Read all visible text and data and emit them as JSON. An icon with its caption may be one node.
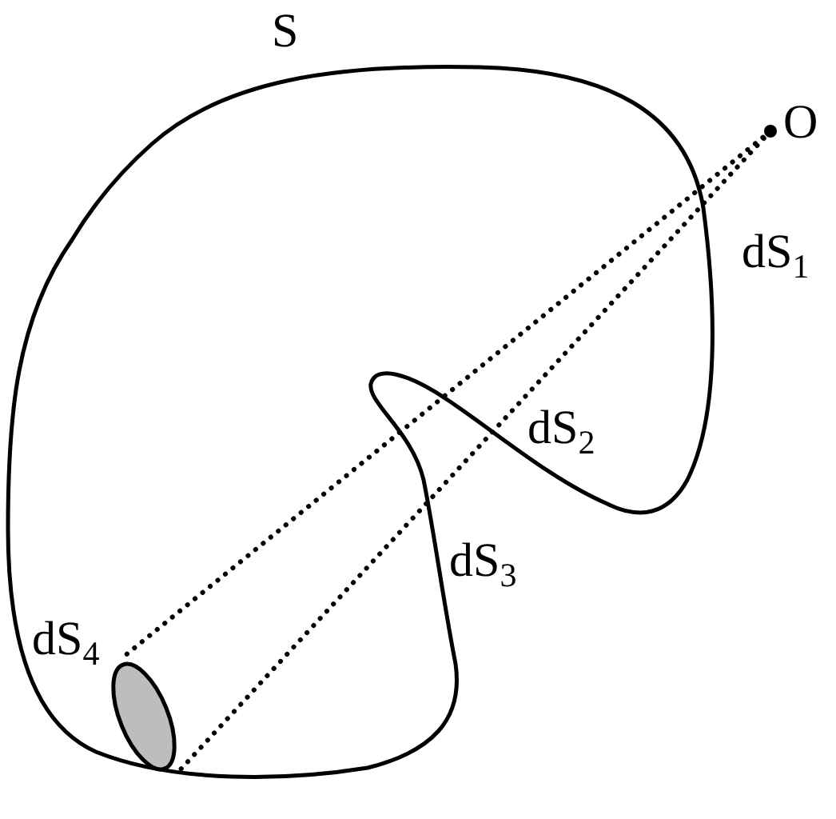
{
  "diagram": {
    "nodes": [
      {
        "text": [
          "S"
        ]
      },
      {
        "text": [
          "O"
        ]
      },
      {
        "text": [],
        "shape": "ellipse",
        "in": 0
      }
    ],
    "edges": [
      {
        "from": 1,
        "to": 2,
        "arrow": "none",
        "style": "dashed"
      },
      {
        "from": 1,
        "to": 2,
        "arrow": "none",
        "style": "dashed"
      }
    ],
    "labels": [
      "dS$_{1}$",
      "dS$_{2}$",
      "dS$_{3}$",
      "dS$_{4}$"
    ]
  }
}
